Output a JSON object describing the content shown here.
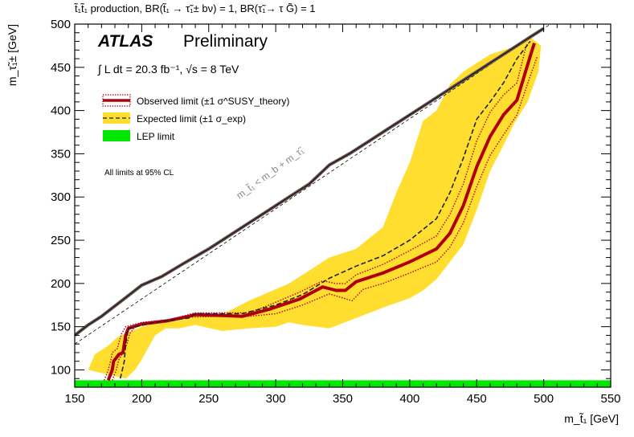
{
  "chart_data": {
    "type": "area",
    "title": "t̃₁t̃₁ production, BR(t̃₁ → τ̃₁± bν) = 1, BR(τ̃₁→ τ G̃) = 1",
    "experiment": "ATLAS",
    "status": "Preliminary",
    "luminosity_label": "∫ L dt = 20.3 fb⁻¹, √s = 8 TeV",
    "cl_note": "All limits at 95% CL",
    "xlabel": "m_t̃₁ [GeV]",
    "ylabel": "m_τ̃₁± [GeV]",
    "xlim": [
      150,
      550
    ],
    "ylim": [
      80,
      500
    ],
    "x_ticks": [
      150,
      200,
      250,
      300,
      350,
      400,
      450,
      500,
      550
    ],
    "y_ticks": [
      100,
      150,
      200,
      250,
      300,
      350,
      400,
      450,
      500
    ],
    "kinematic_label": "m_t̃₁ < m_b + m_τ̃₁",
    "legend_position": "top-left",
    "legend": [
      {
        "key": "observed",
        "label": "Observed limit (±1 σ^SUSY_theory)"
      },
      {
        "key": "expected",
        "label": "Expected limit (±1 σ_exp)"
      },
      {
        "key": "lep",
        "label": "LEP limit"
      }
    ],
    "series": [
      {
        "name": "Observed limit",
        "color": "#b0000f",
        "points": [
          [
            175,
            88
          ],
          [
            178,
            100
          ],
          [
            179,
            110
          ],
          [
            183,
            118
          ],
          [
            186,
            120
          ],
          [
            187,
            130
          ],
          [
            188,
            140
          ],
          [
            190,
            148
          ],
          [
            200,
            153
          ],
          [
            220,
            157
          ],
          [
            235,
            162
          ],
          [
            240,
            164
          ],
          [
            260,
            163
          ],
          [
            275,
            162
          ],
          [
            295,
            170
          ],
          [
            318,
            182
          ],
          [
            335,
            196
          ],
          [
            345,
            192
          ],
          [
            352,
            192
          ],
          [
            360,
            202
          ],
          [
            380,
            212
          ],
          [
            400,
            225
          ],
          [
            420,
            240
          ],
          [
            430,
            258
          ],
          [
            440,
            290
          ],
          [
            450,
            335
          ],
          [
            460,
            370
          ],
          [
            470,
            395
          ],
          [
            480,
            412
          ],
          [
            490,
            463
          ],
          [
            493,
            478
          ]
        ]
      },
      {
        "name": "Observed -1σ theory",
        "color": "#b0000f",
        "points": [
          [
            178,
            88
          ],
          [
            181,
            100
          ],
          [
            183,
            112
          ],
          [
            186,
            120
          ],
          [
            189,
            130
          ],
          [
            191,
            142
          ],
          [
            195,
            150
          ],
          [
            210,
            155
          ],
          [
            235,
            161
          ],
          [
            260,
            162
          ],
          [
            280,
            162
          ],
          [
            300,
            165
          ],
          [
            320,
            175
          ],
          [
            340,
            188
          ],
          [
            357,
            180
          ],
          [
            365,
            193
          ],
          [
            380,
            200
          ],
          [
            400,
            212
          ],
          [
            420,
            225
          ],
          [
            430,
            242
          ],
          [
            440,
            270
          ],
          [
            450,
            312
          ],
          [
            460,
            348
          ],
          [
            470,
            372
          ],
          [
            480,
            395
          ],
          [
            490,
            440
          ],
          [
            495,
            462
          ]
        ]
      },
      {
        "name": "Observed +1σ theory",
        "color": "#b0000f",
        "points": [
          [
            172,
            88
          ],
          [
            175,
            100
          ],
          [
            177,
            112
          ],
          [
            178,
            120
          ],
          [
            182,
            125
          ],
          [
            183,
            132
          ],
          [
            185,
            142
          ],
          [
            188,
            150
          ],
          [
            200,
            155
          ],
          [
            220,
            158
          ],
          [
            240,
            166
          ],
          [
            260,
            166
          ],
          [
            280,
            166
          ],
          [
            295,
            175
          ],
          [
            318,
            190
          ],
          [
            335,
            203
          ],
          [
            345,
            200
          ],
          [
            352,
            200
          ],
          [
            360,
            210
          ],
          [
            380,
            222
          ],
          [
            400,
            238
          ],
          [
            420,
            255
          ],
          [
            430,
            280
          ],
          [
            440,
            315
          ],
          [
            450,
            365
          ],
          [
            460,
            398
          ],
          [
            470,
            418
          ],
          [
            480,
            432
          ],
          [
            487,
            475
          ],
          [
            490,
            480
          ]
        ]
      },
      {
        "name": "Expected limit",
        "color": "#222222",
        "points": [
          [
            184,
            90
          ],
          [
            187,
            110
          ],
          [
            188,
            130
          ],
          [
            190,
            148
          ],
          [
            210,
            155
          ],
          [
            235,
            160
          ],
          [
            240,
            165
          ],
          [
            260,
            165
          ],
          [
            275,
            165
          ],
          [
            300,
            175
          ],
          [
            320,
            187
          ],
          [
            340,
            206
          ],
          [
            360,
            220
          ],
          [
            380,
            232
          ],
          [
            400,
            250
          ],
          [
            420,
            275
          ],
          [
            430,
            305
          ],
          [
            440,
            345
          ],
          [
            450,
            390
          ],
          [
            460,
            410
          ],
          [
            470,
            432
          ],
          [
            480,
            460
          ],
          [
            490,
            480
          ]
        ]
      }
    ],
    "expected_band": {
      "name": "Expected ±1σ_exp",
      "color": "#ffde2f",
      "upper": [
        [
          160,
          100
        ],
        [
          165,
          118
        ],
        [
          175,
          128
        ],
        [
          182,
          138
        ],
        [
          200,
          150
        ],
        [
          230,
          162
        ],
        [
          260,
          164
        ],
        [
          280,
          180
        ],
        [
          310,
          200
        ],
        [
          340,
          230
        ],
        [
          360,
          240
        ],
        [
          380,
          265
        ],
        [
          390,
          305
        ],
        [
          400,
          340
        ],
        [
          410,
          388
        ],
        [
          420,
          400
        ],
        [
          430,
          430
        ],
        [
          440,
          445
        ],
        [
          450,
          455
        ],
        [
          460,
          465
        ],
        [
          480,
          475
        ],
        [
          490,
          485
        ],
        [
          498,
          475
        ]
      ],
      "lower": [
        [
          498,
          475
        ],
        [
          496,
          445
        ],
        [
          488,
          410
        ],
        [
          478,
          385
        ],
        [
          470,
          360
        ],
        [
          460,
          330
        ],
        [
          450,
          285
        ],
        [
          440,
          245
        ],
        [
          430,
          225
        ],
        [
          420,
          205
        ],
        [
          410,
          192
        ],
        [
          400,
          183
        ],
        [
          380,
          172
        ],
        [
          360,
          160
        ],
        [
          340,
          148
        ],
        [
          320,
          152
        ],
        [
          310,
          155
        ],
        [
          300,
          150
        ],
        [
          280,
          148
        ],
        [
          260,
          145
        ],
        [
          240,
          152
        ],
        [
          228,
          148
        ],
        [
          218,
          148
        ],
        [
          210,
          140
        ],
        [
          200,
          112
        ],
        [
          195,
          100
        ],
        [
          188,
          90
        ]
      ]
    },
    "lep_limit": {
      "name": "LEP limit",
      "color": "#00e800",
      "y_max": 88
    },
    "kinematic_boundary": {
      "color": "#3a2a2a",
      "points": [
        [
          150,
          140
        ],
        [
          160,
          152
        ],
        [
          170,
          162
        ],
        [
          185,
          180
        ],
        [
          200,
          198
        ],
        [
          215,
          208
        ],
        [
          230,
          222
        ],
        [
          250,
          240
        ],
        [
          265,
          255
        ],
        [
          280,
          270
        ],
        [
          295,
          285
        ],
        [
          310,
          300
        ],
        [
          325,
          315
        ],
        [
          340,
          337
        ],
        [
          355,
          350
        ],
        [
          370,
          365
        ],
        [
          385,
          380
        ],
        [
          400,
          395
        ],
        [
          415,
          410
        ],
        [
          430,
          425
        ],
        [
          445,
          440
        ],
        [
          460,
          455
        ],
        [
          475,
          470
        ],
        [
          490,
          485
        ],
        [
          500,
          495
        ]
      ]
    }
  }
}
